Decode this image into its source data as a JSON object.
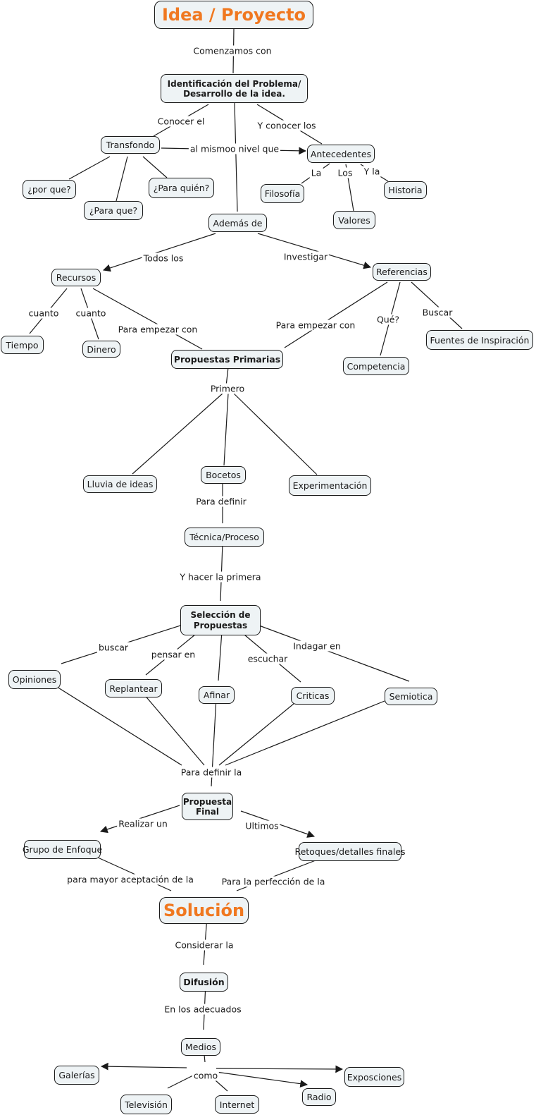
{
  "colors": {
    "node_fill": "#eef3f5",
    "accent": "#f07820",
    "line": "#1a1a1a"
  },
  "nodes": {
    "idea": "Idea / Proyecto",
    "identificacion": "Identificación del Problema/ Desarrollo de la idea.",
    "transfondo": "Transfondo",
    "por_que": "¿por que?",
    "para_que": "¿Para que?",
    "para_quien": "¿Para quién?",
    "antecedentes": "Antecedentes",
    "filosofia": "Filosofía",
    "valores": "Valores",
    "historia": "Historia",
    "ademas": "Además de",
    "recursos": "Recursos",
    "tiempo": "Tiempo",
    "dinero": "Dinero",
    "referencias": "Referencias",
    "competencia": "Competencia",
    "fuentes": "Fuentes de Inspiración",
    "propuestas_primarias": "Propuestas Primarias",
    "lluvia": "Lluvia de ideas",
    "bocetos": "Bocetos",
    "experimentacion": "Experimentación",
    "tecnica": "Técnica/Proceso",
    "seleccion": "Selección de Propuestas",
    "opiniones": "Opiniones",
    "replantear": "Replantear",
    "afinar": "Afinar",
    "criticas": "Criticas",
    "semiotica": "Semiotica",
    "propuesta_final": "Propuesta Final",
    "grupo": "Grupo de Enfoque",
    "retoques": "Retoques/detalles finales",
    "solucion": "Solución",
    "difusion": "Difusión",
    "medios": "Medios",
    "galerias": "Galerías",
    "exposciones": "Exposciones",
    "television": "Televisión",
    "internet": "Internet",
    "radio": "Radio"
  },
  "links": {
    "comenzamos": "Comenzamos con",
    "conocer_el": "Conocer el",
    "y_conocer": "Y conocer los",
    "mismo_nivel": "al mismoo nivel que",
    "la": "La",
    "los": "Los",
    "y_la": "Y la",
    "todos_los": "Todos los",
    "investigar": "Investigar",
    "cuanto1": "cuanto",
    "cuanto2": "cuanto",
    "empezar1": "Para empezar con",
    "empezar2": "Para empezar con",
    "que": "Qué?",
    "buscar_ref": "Buscar",
    "primero": "Primero",
    "para_definir": "Para definir",
    "hacer_primera": "Y hacer la primera",
    "buscar": "buscar",
    "pensar_en": "pensar en",
    "escuchar": "escuchar",
    "indagar": "Indagar en",
    "definir_la": "Para definir la",
    "realizar": "Realizar un",
    "ultimos": "Ultimos",
    "aceptacion": "para mayor aceptación de la",
    "perfeccion": "Para la perfección de la",
    "considerar": "Considerar la",
    "adecuados": "En los adecuados",
    "como": "como"
  }
}
